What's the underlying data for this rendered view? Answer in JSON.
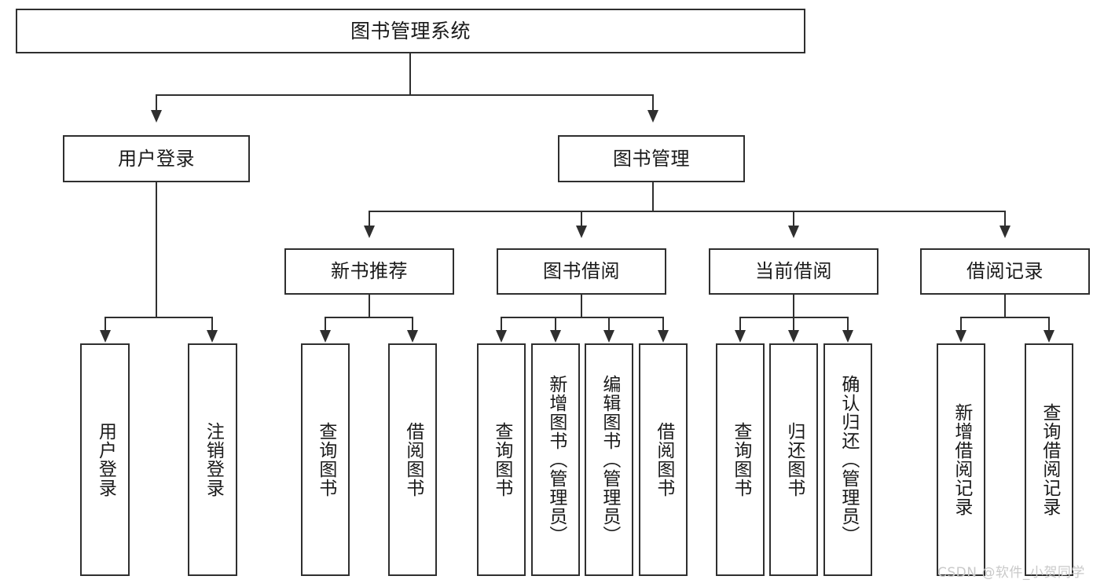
{
  "diagram": {
    "type": "tree-hierarchy-chart",
    "title": "图书管理系统",
    "watermark": "CSDN @软件_小贺同学",
    "colors": {
      "stroke": "#2f2f2f",
      "fill": "#ffffff",
      "text": "#1a1a1a",
      "watermark": "#c9c9c9"
    },
    "levels": {
      "level1": [
        {
          "id": "root",
          "label": "图书管理系统"
        }
      ],
      "level2": [
        {
          "id": "user-login",
          "label": "用户登录"
        },
        {
          "id": "book-manage",
          "label": "图书管理"
        }
      ],
      "level3": [
        {
          "id": "new-book-recommend",
          "label": "新书推荐",
          "parent": "book-manage"
        },
        {
          "id": "book-borrow",
          "label": "图书借阅",
          "parent": "book-manage"
        },
        {
          "id": "current-borrow",
          "label": "当前借阅",
          "parent": "book-manage"
        },
        {
          "id": "borrow-record",
          "label": "借阅记录",
          "parent": "book-manage"
        }
      ],
      "level4": [
        {
          "id": "leaf-user-login",
          "label": "用户登录",
          "parent": "user-login"
        },
        {
          "id": "leaf-logout",
          "label": "注销登录",
          "parent": "user-login"
        },
        {
          "id": "leaf-query-book-1",
          "label": "查询图书",
          "parent": "new-book-recommend"
        },
        {
          "id": "leaf-borrow-book-1",
          "label": "借阅图书",
          "parent": "new-book-recommend"
        },
        {
          "id": "leaf-query-book-2",
          "label": "查询图书",
          "parent": "book-borrow"
        },
        {
          "id": "leaf-add-book",
          "label": "新增图书（管理员）",
          "parent": "book-borrow"
        },
        {
          "id": "leaf-edit-book",
          "label": "编辑图书（管理员）",
          "parent": "book-borrow"
        },
        {
          "id": "leaf-borrow-book-2",
          "label": "借阅图书",
          "parent": "book-borrow"
        },
        {
          "id": "leaf-query-book-3",
          "label": "查询图书",
          "parent": "current-borrow"
        },
        {
          "id": "leaf-return-book",
          "label": "归还图书",
          "parent": "current-borrow"
        },
        {
          "id": "leaf-confirm-return",
          "label": "确认归还（管理员）",
          "parent": "current-borrow"
        },
        {
          "id": "leaf-add-record",
          "label": "新增借阅记录",
          "parent": "borrow-record"
        },
        {
          "id": "leaf-query-record",
          "label": "查询借阅记录",
          "parent": "borrow-record"
        }
      ]
    }
  }
}
